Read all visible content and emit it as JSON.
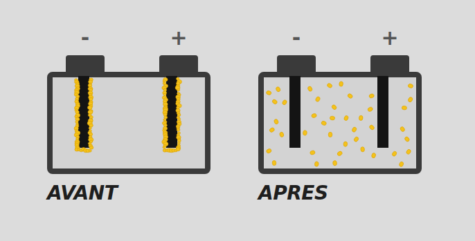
{
  "diagram": {
    "labels": [
      "-",
      "+",
      "AVANT",
      "-",
      "+",
      "APRES"
    ]
  }
}
